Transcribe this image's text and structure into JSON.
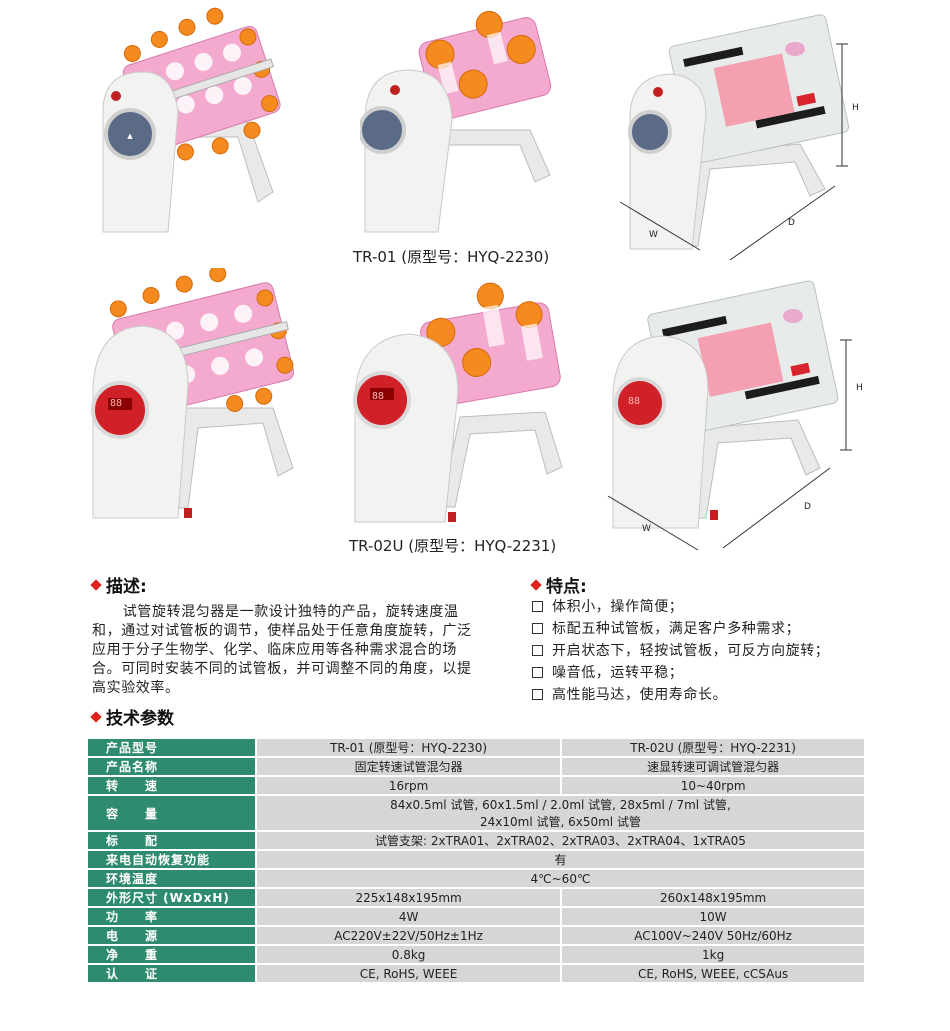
{
  "products": [
    {
      "caption": "TR-01 (原型号：HYQ-2230)"
    },
    {
      "caption": "TR-02U (原型号：HYQ-2231)"
    }
  ],
  "dimension_labels": {
    "h": "H",
    "w": "W",
    "d": "D"
  },
  "display_digits": "88",
  "description": {
    "heading": "描述:",
    "text": "试管旋转混匀器是一款设计独特的产品，旋转速度温和，通过对试管板的调节，使样品处于任意角度旋转，广泛应用于分子生物学、化学、临床应用等各种需求混合的场合。可同时安装不同的试管板，并可调整不同的角度，以提高实验效率。"
  },
  "features": {
    "heading": "特点:",
    "items": [
      "体积小，操作简便；",
      "标配五种试管板，满足客户多种需求；",
      "开启状态下，轻按试管板，可反方向旋转；",
      "噪音低，运转平稳；",
      "高性能马达，使用寿命长。"
    ]
  },
  "specs": {
    "heading": "技术参数",
    "rows": [
      {
        "label": "产品型号",
        "values": [
          "TR-01 (原型号：HYQ-2230)",
          "TR-02U (原型号：HYQ-2231)"
        ]
      },
      {
        "label": "产品名称",
        "values": [
          "固定转速试管混匀器",
          "速显转速可调试管混匀器"
        ]
      },
      {
        "label": "转　　速",
        "values": [
          "16rpm",
          "10~40rpm"
        ]
      },
      {
        "label": "容　　量",
        "merged": true,
        "lines": [
          "84x0.5ml 试管, 60x1.5ml / 2.0ml 试管, 28x5ml / 7ml 试管,",
          "24x10ml 试管, 6x50ml 试管"
        ]
      },
      {
        "label": "标　　配",
        "merged": true,
        "lines": [
          "试管支架: 2xTRA01、2xTRA02、2xTRA03、2xTRA04、1xTRA05"
        ]
      },
      {
        "label": "来电自动恢复功能",
        "merged": true,
        "lines": [
          "有"
        ]
      },
      {
        "label": "环境温度",
        "merged": true,
        "lines": [
          "4℃~60℃"
        ]
      },
      {
        "label": "外形尺寸 (WxDxH)",
        "values": [
          "225x148x195mm",
          "260x148x195mm"
        ]
      },
      {
        "label": "功　　率",
        "values": [
          "4W",
          "10W"
        ]
      },
      {
        "label": "电　　源",
        "values": [
          "AC220V±22V/50Hz±1Hz",
          "AC100V~240V  50Hz/60Hz"
        ]
      },
      {
        "label": "净　　重",
        "values": [
          "0.8kg",
          "1kg"
        ]
      },
      {
        "label": "认　　证",
        "values": [
          "CE, RoHS, WEEE",
          "CE, RoHS, WEEE, cCSAus"
        ]
      }
    ]
  },
  "colors": {
    "label_bg": "#2f8b6f",
    "value_bg": "#d6d6d6",
    "accent_red": "#e0231c",
    "rack_pink": "#ef8fc4",
    "cap_orange": "#f58a1f",
    "body_white": "#f2f2f0"
  }
}
